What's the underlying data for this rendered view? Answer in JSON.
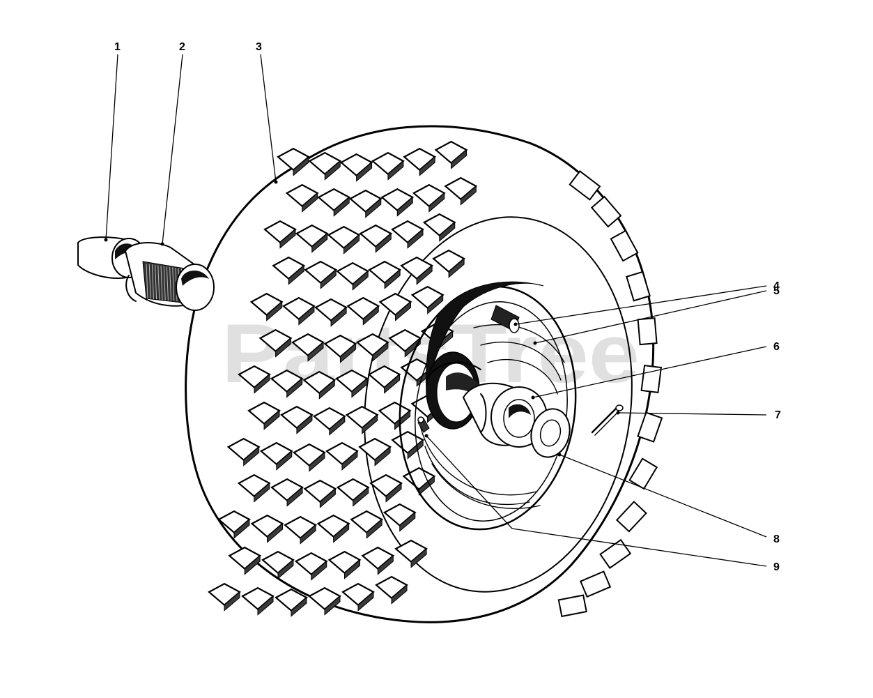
{
  "watermark": "PartsTree",
  "callouts": [
    {
      "id": "1",
      "label": "1"
    },
    {
      "id": "2",
      "label": "2"
    },
    {
      "id": "3",
      "label": "3"
    },
    {
      "id": "4",
      "label": "4"
    },
    {
      "id": "5",
      "label": "5"
    },
    {
      "id": "6",
      "label": "6"
    },
    {
      "id": "7",
      "label": "7"
    },
    {
      "id": "8",
      "label": "8"
    },
    {
      "id": "9",
      "label": "9"
    }
  ]
}
